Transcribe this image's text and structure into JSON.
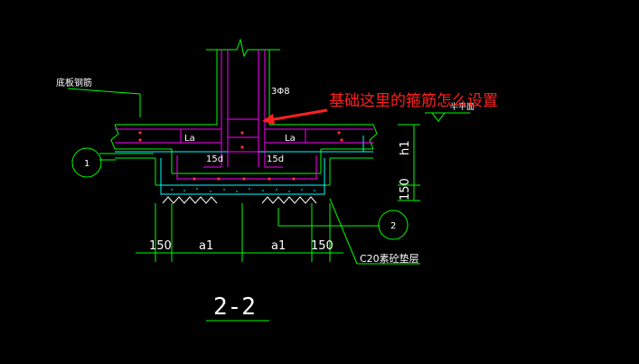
{
  "colors": {
    "background": "#000000",
    "green": "#00ff00",
    "magenta": "#ff00ff",
    "cyan": "#00ffff",
    "white": "#ffffff",
    "red_note": "#ff2020",
    "red_dot": "#ff3030"
  },
  "labels": {
    "bottom_rebar": "底板钢筋",
    "stirrup_spec": "3Φ8",
    "la_left": "La",
    "la_right": "La",
    "d15_left": "15d",
    "d15_right": "15d",
    "elevation": "半平面",
    "h1": "h1",
    "dim_150_right": "150",
    "dim_150_left": "150",
    "dim_a1_left": "a1",
    "dim_a1_right": "a1",
    "dim_150_bottom_right": "150",
    "concrete_layer": "C20素砼垫层",
    "callout_1": "1",
    "callout_2": "2",
    "section_title": "2-2"
  },
  "annotation": {
    "text": "基础这里的箍筋怎么设置"
  }
}
